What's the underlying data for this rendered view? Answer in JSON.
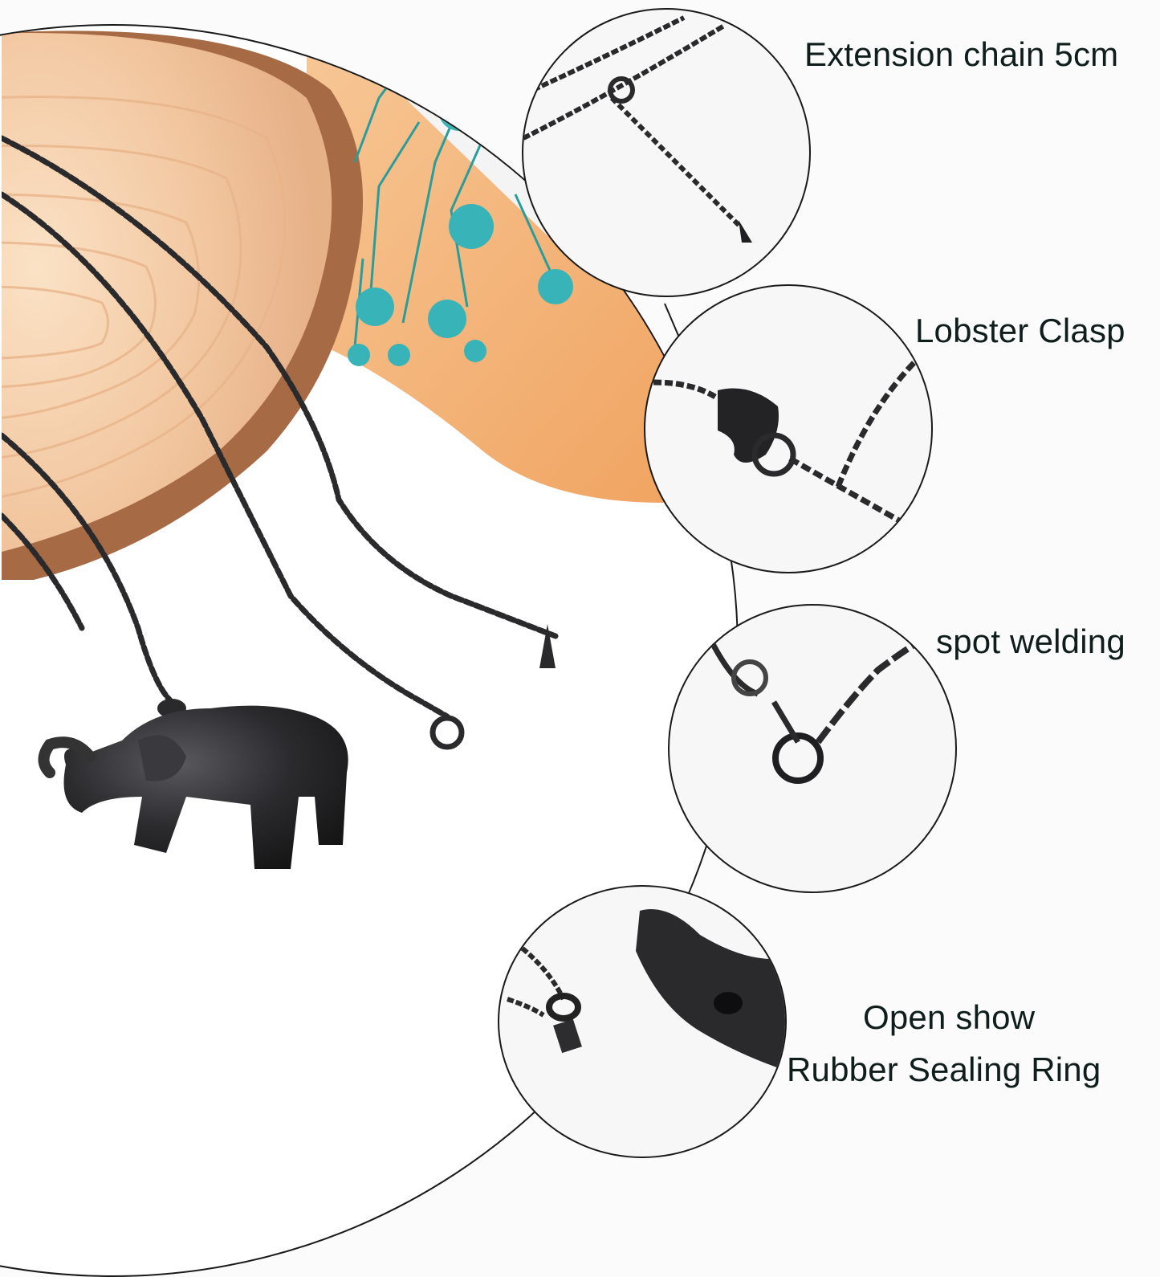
{
  "callouts": [
    {
      "id": "extension-chain",
      "label": "Extension chain 5cm"
    },
    {
      "id": "lobster-clasp",
      "label": "Lobster Clasp"
    },
    {
      "id": "spot-welding",
      "label": "spot welding"
    },
    {
      "id": "open-show",
      "label_line1": "Open show",
      "label_line2": "Rubber Sealing Ring"
    }
  ],
  "scene": {
    "subject": "black elephant pendant necklace",
    "props": [
      "wood slice",
      "teal dried flowers",
      "orange card"
    ]
  },
  "colors": {
    "background": "#fbfbfb",
    "text": "#0f1d1c",
    "wood_light": "#f3cfae",
    "wood_bark": "#a66a45",
    "orange_card": "#f3b27a",
    "flower_teal": "#2aa9b2",
    "metal_black": "#2a2a2c",
    "outline": "#1a1a1a"
  }
}
